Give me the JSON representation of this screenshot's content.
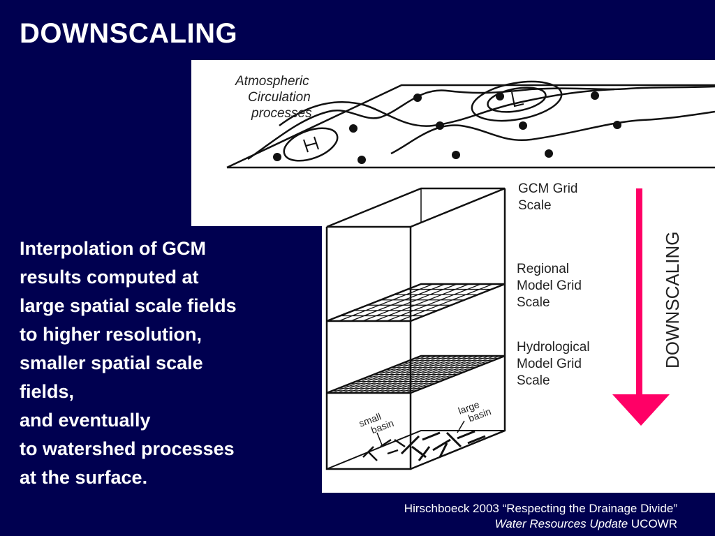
{
  "slide": {
    "title": "DOWNSCALING",
    "body_lines": [
      "Interpolation of GCM",
      "results computed at",
      "large spatial scale fields",
      "to higher resolution,",
      "smaller spatial scale",
      "fields,",
      "and eventually",
      "to watershed processes",
      "at the surface."
    ],
    "citation": {
      "line1": "Hirschboeck 2003 “Respecting the Drainage Divide”",
      "line2_italic": "Water Resources Update",
      "line2_rest": " UCOWR"
    }
  },
  "diagram": {
    "atmos_label": [
      "Atmospheric",
      "Circulation",
      "processes"
    ],
    "high_symbol": "H",
    "low_symbol": "L",
    "gcm_label": [
      "GCM Grid",
      "Scale"
    ],
    "regional_label": [
      "Regional",
      "Model Grid",
      "Scale"
    ],
    "hydro_label": [
      "Hydrological",
      "Model Grid",
      "Scale"
    ],
    "small_basin": [
      "small",
      "basin"
    ],
    "large_basin": [
      "large",
      "basin"
    ],
    "arrow_label": "DOWNSCALING",
    "arrow_color": "#ff0066"
  }
}
